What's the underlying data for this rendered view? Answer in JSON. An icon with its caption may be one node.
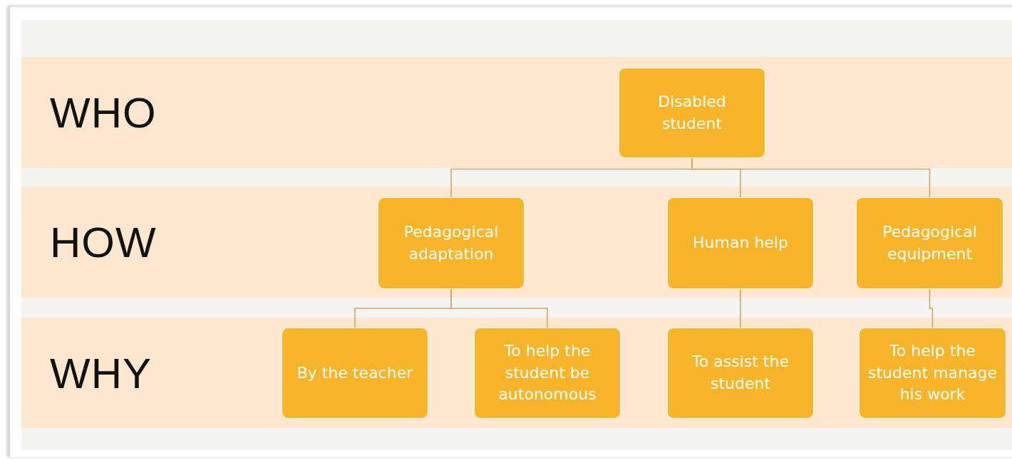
{
  "diagram": {
    "nodes": [
      {
        "text": [
          "WHO"
        ]
      },
      {
        "text": [
          "Disabled student"
        ],
        "in": 0
      },
      {
        "text": [
          "HOW"
        ]
      },
      {
        "text": [
          "Pedagogical adaptation"
        ],
        "in": 2
      },
      {
        "text": [
          "Human help"
        ],
        "in": 2
      },
      {
        "text": [
          "Pedagogical equipment"
        ],
        "in": 2
      },
      {
        "text": [
          "WHY"
        ]
      },
      {
        "text": [
          "By the teacher"
        ],
        "in": 6
      },
      {
        "text": [
          "To help the student be autonomous"
        ],
        "in": 6
      },
      {
        "text": [
          "To assist the student"
        ],
        "in": 6
      },
      {
        "text": [
          "To help the student manage his work"
        ],
        "in": 6
      }
    ],
    "edges": [
      {
        "from": 1,
        "to": 3,
        "arrow": "none"
      },
      {
        "from": 1,
        "to": 4,
        "arrow": "none"
      },
      {
        "from": 1,
        "to": 5,
        "arrow": "none"
      },
      {
        "from": 3,
        "to": 7,
        "arrow": "none"
      },
      {
        "from": 3,
        "to": 8,
        "arrow": "none"
      },
      {
        "from": 4,
        "to": 9,
        "arrow": "none"
      },
      {
        "from": 5,
        "to": 10,
        "arrow": "none"
      }
    ]
  }
}
